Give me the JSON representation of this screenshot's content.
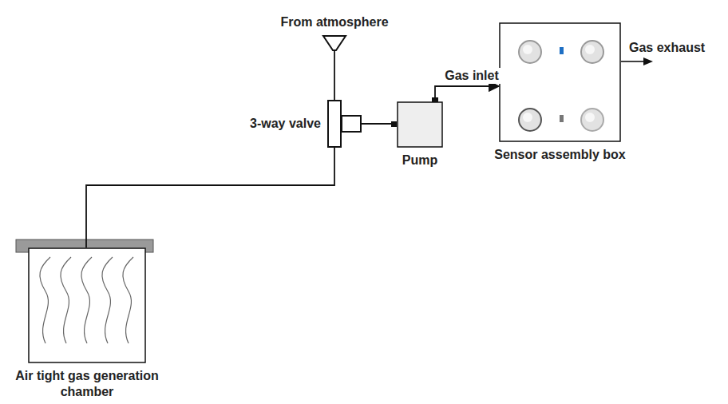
{
  "diagram": {
    "nodes": [
      {
        "text": [
          "From atmosphere"
        ]
      },
      {
        "text": [
          "3-way valve"
        ]
      },
      {
        "text": [
          "Pump"
        ]
      },
      {
        "text": [
          "Sensor assembly box"
        ]
      },
      {
        "text": [
          "Air tight gas generation chamber"
        ]
      }
    ],
    "edges": [
      {
        "from": 4,
        "to": 1,
        "arrow": "none"
      },
      {
        "from": 0,
        "to": 1,
        "arrow": "none"
      },
      {
        "from": 1,
        "to": 2,
        "arrow": "none"
      },
      {
        "from": 2,
        "to": 3,
        "label": "Gas inlet",
        "arrow": "to"
      }
    ],
    "labels": [
      "Gas exhaust"
    ]
  }
}
